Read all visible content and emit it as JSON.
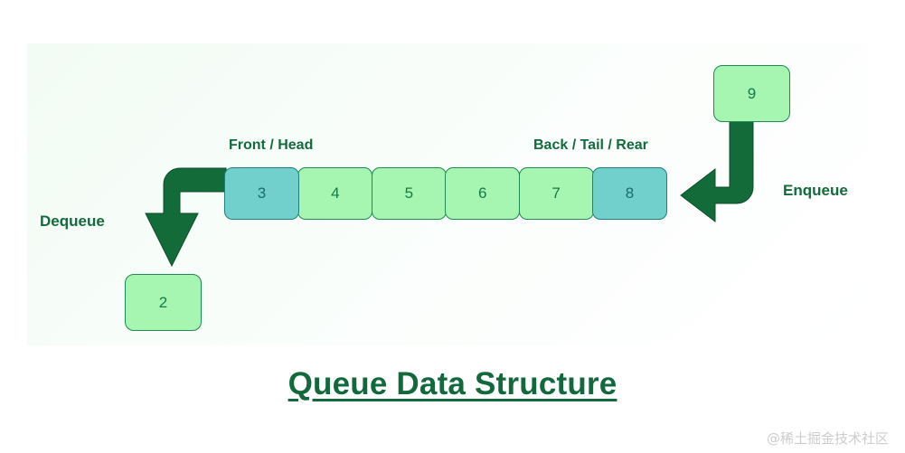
{
  "diagram": {
    "title": "Queue Data Structure",
    "watermark": "@稀土掘金技术社区",
    "colors": {
      "dark_green": "#12693c",
      "cell_green": "#a6f5b0",
      "cell_teal": "#71cfcc",
      "arrow_green": "#136b3a",
      "panel_tint": "#f2fbf4"
    },
    "labels": {
      "front": "Front / Head",
      "back": "Back / Tail / Rear",
      "dequeue": "Dequeue",
      "enqueue": "Enqueue"
    },
    "queue": {
      "cells": [
        {
          "value": "3",
          "style": "teal"
        },
        {
          "value": "4",
          "style": "green"
        },
        {
          "value": "5",
          "style": "green"
        },
        {
          "value": "6",
          "style": "green"
        },
        {
          "value": "7",
          "style": "green"
        },
        {
          "value": "8",
          "style": "teal"
        }
      ]
    },
    "enqueue_box": {
      "value": "9"
    },
    "dequeue_box": {
      "value": "2"
    }
  }
}
